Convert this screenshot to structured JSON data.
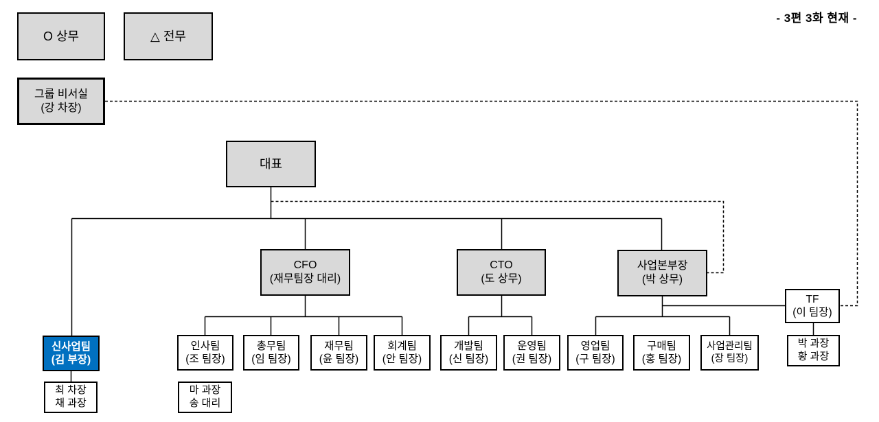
{
  "note": "- 3편 3화 현재 -",
  "colors": {
    "box_gray": "#d9d9d9",
    "highlight_blue": "#0070c0",
    "line": "#000000"
  },
  "legend": {
    "managing_director": {
      "line1": "O 상무"
    },
    "executive_director": {
      "line1": "△ 전무"
    }
  },
  "boxes": {
    "secretary": {
      "line1": "그룹 비서실",
      "line2": "(강 차장)"
    },
    "ceo": {
      "line1": "대표"
    },
    "cfo": {
      "line1": "CFO",
      "line2": "(재무팀장 대리)"
    },
    "cto": {
      "line1": "CTO",
      "line2": "(도 상무)"
    },
    "bizhead": {
      "line1": "사업본부장",
      "line2": "(박 상무)"
    },
    "tf": {
      "line1": "TF",
      "line2": "(이 팀장)"
    },
    "newbiz": {
      "line1": "신사업팀",
      "line2": "(김 부장)"
    },
    "hr": {
      "line1": "인사팀",
      "line2": "(조 팀장)"
    },
    "general": {
      "line1": "총무팀",
      "line2": "(임 팀장)"
    },
    "finance": {
      "line1": "재무팀",
      "line2": "(윤 팀장)"
    },
    "accounting": {
      "line1": "회계팀",
      "line2": "(안 팀장)"
    },
    "dev": {
      "line1": "개발팀",
      "line2": "(신 팀장)"
    },
    "ops": {
      "line1": "운영팀",
      "line2": "(권 팀장)"
    },
    "sales": {
      "line1": "영업팀",
      "line2": "(구 팀장)"
    },
    "purchasing": {
      "line1": "구매팀",
      "line2": "(홍 팀장)"
    },
    "bizmgmt": {
      "line1": "사업관리팀",
      "line2": "(장 팀장)"
    },
    "newbiz_members": {
      "line1": "최 차장",
      "line2": "채 과장"
    },
    "hr_members": {
      "line1": "마 과장",
      "line2": "송 대리"
    },
    "tf_members": {
      "line1": "박 과장",
      "line2": "황 과장"
    }
  }
}
